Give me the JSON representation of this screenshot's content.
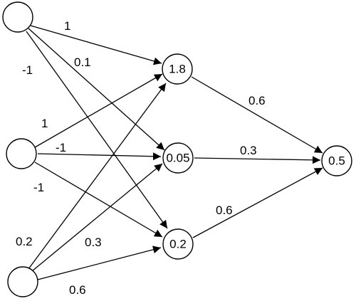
{
  "diagram": {
    "nodes": [
      {
        "id": "in1",
        "value": ""
      },
      {
        "id": "in2",
        "value": ""
      },
      {
        "id": "in3",
        "value": ""
      },
      {
        "id": "h1",
        "value": "1.8"
      },
      {
        "id": "h2",
        "value": "0.05"
      },
      {
        "id": "h3",
        "value": "0.2"
      },
      {
        "id": "out",
        "value": "0.5"
      }
    ],
    "edges": [
      {
        "from": "in1",
        "to": "h1",
        "weight": "1"
      },
      {
        "from": "in1",
        "to": "h2",
        "weight": "0.1"
      },
      {
        "from": "in1",
        "to": "h3",
        "weight": "-1"
      },
      {
        "from": "in2",
        "to": "h1",
        "weight": "1"
      },
      {
        "from": "in2",
        "to": "h2",
        "weight": "-1"
      },
      {
        "from": "in2",
        "to": "h3",
        "weight": "-1"
      },
      {
        "from": "in3",
        "to": "h1",
        "weight": "0.2"
      },
      {
        "from": "in3",
        "to": "h2",
        "weight": "0.3"
      },
      {
        "from": "in3",
        "to": "h3",
        "weight": "0.6"
      },
      {
        "from": "h1",
        "to": "out",
        "weight": "0.6"
      },
      {
        "from": "h2",
        "to": "out",
        "weight": "0.3"
      },
      {
        "from": "h3",
        "to": "out",
        "weight": "0.6"
      }
    ]
  }
}
